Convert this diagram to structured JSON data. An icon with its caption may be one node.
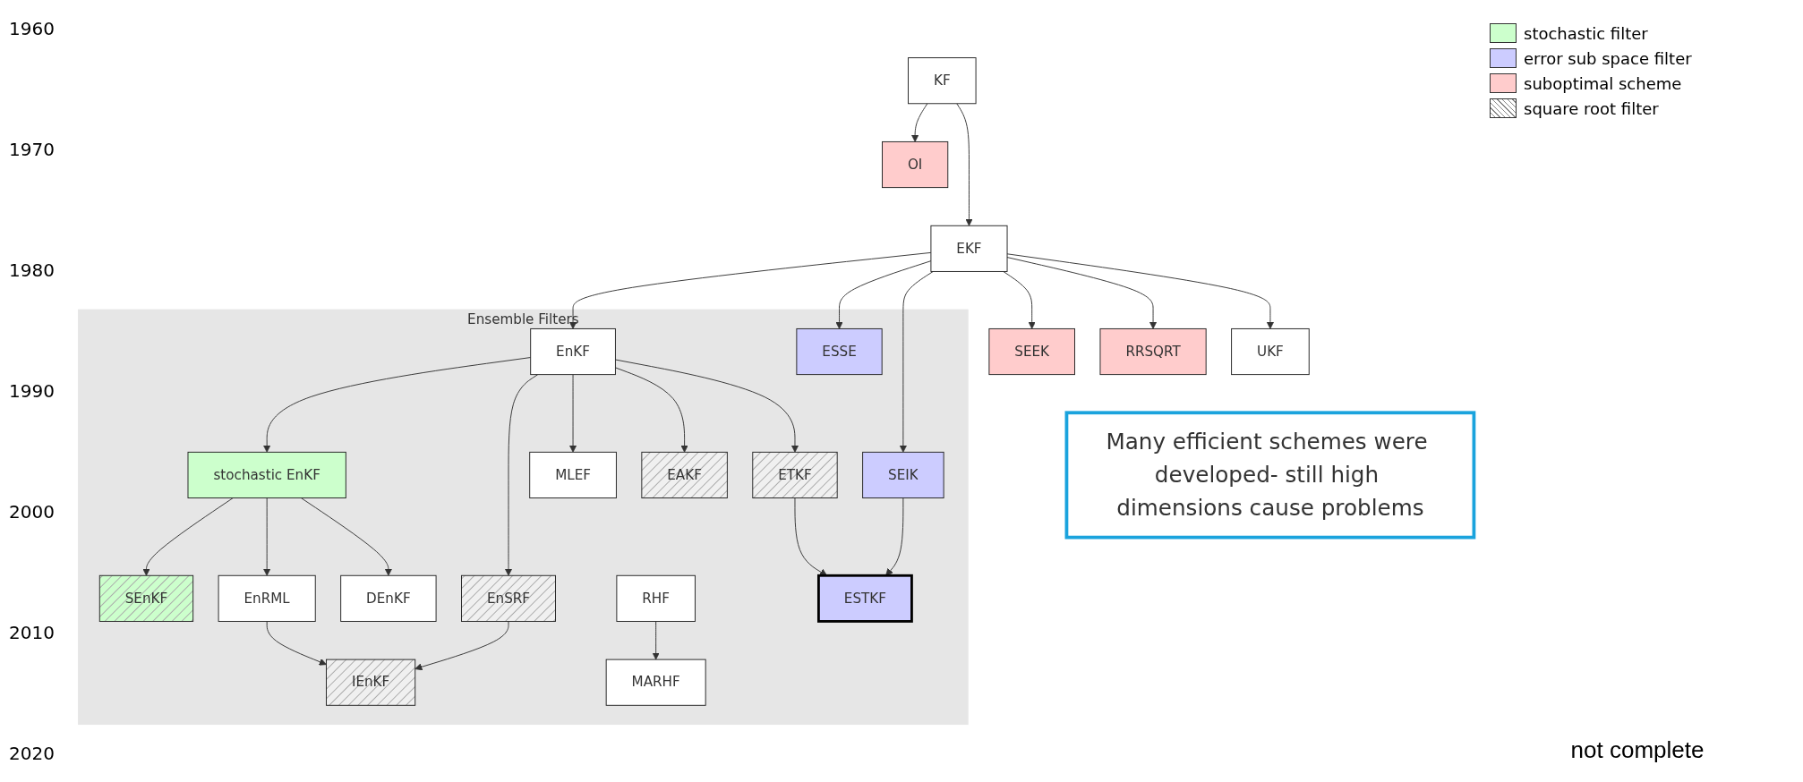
{
  "diagram": {
    "nodes": [
      {
        "text": [
          "KF"
        ]
      },
      {
        "text": [
          "OI"
        ]
      },
      {
        "text": [
          "EKF"
        ]
      },
      {
        "text": [
          "Ensemble Filters"
        ]
      },
      {
        "text": [
          "EnKF"
        ],
        "in": 3
      },
      {
        "text": [
          "stochastic EnKF"
        ],
        "in": 3
      },
      {
        "text": [
          "SEIK"
        ],
        "in": 3
      },
      {
        "text": [
          "ESSE"
        ],
        "in": 3
      },
      {
        "text": [
          "SEEK"
        ]
      },
      {
        "text": [
          "RRSQRT"
        ]
      },
      {
        "text": [
          "UKF"
        ]
      },
      {
        "text": [
          "MLEF"
        ],
        "in": 3
      },
      {
        "text": [
          "SEnKF"
        ],
        "in": 3
      },
      {
        "text": [
          "EnSRF"
        ],
        "in": 3
      },
      {
        "text": [
          "EAKF"
        ],
        "in": 3
      },
      {
        "text": [
          "ETKF"
        ],
        "in": 3
      },
      {
        "text": [
          "DEnKF"
        ],
        "in": 3
      },
      {
        "text": [
          "EnRML"
        ],
        "in": 3
      },
      {
        "text": [
          "RHF"
        ],
        "in": 3
      },
      {
        "text": [
          "IEnKF"
        ],
        "in": 3
      },
      {
        "text": [
          "ESTKF"
        ],
        "in": 3
      },
      {
        "text": [
          "MARHF"
        ],
        "in": 3
      },
      {
        "text": [
          "Many efficient schemes were developed- still high dimensions cause problems"
        ]
      }
    ],
    "edges": [
      {
        "from": 0,
        "to": 1,
        "arrow": "to"
      },
      {
        "from": 0,
        "to": 2,
        "arrow": "to"
      },
      {
        "from": 2,
        "to": 4,
        "arrow": "to"
      },
      {
        "from": 2,
        "to": 6,
        "arrow": "to"
      },
      {
        "from": 2,
        "to": 7,
        "arrow": "to"
      },
      {
        "from": 2,
        "to": 8,
        "arrow": "to"
      },
      {
        "from": 2,
        "to": 9,
        "arrow": "to"
      },
      {
        "from": 2,
        "to": 10,
        "arrow": "to"
      },
      {
        "from": 4,
        "to": 11,
        "arrow": "to"
      },
      {
        "from": 4,
        "to": 5,
        "arrow": "to"
      },
      {
        "from": 4,
        "to": 13,
        "arrow": "to"
      },
      {
        "from": 4,
        "to": 14,
        "arrow": "to"
      },
      {
        "from": 4,
        "to": 15,
        "arrow": "to"
      },
      {
        "from": 5,
        "to": 16,
        "arrow": "to"
      },
      {
        "from": 5,
        "to": 17,
        "arrow": "to"
      },
      {
        "from": 5,
        "to": 12,
        "arrow": "to"
      },
      {
        "from": 17,
        "to": 19,
        "arrow": "to"
      },
      {
        "from": 13,
        "to": 19,
        "arrow": "to"
      },
      {
        "from": 15,
        "to": 20,
        "arrow": "to"
      },
      {
        "from": 6,
        "to": 20,
        "arrow": "to"
      },
      {
        "from": 18,
        "to": 21,
        "arrow": "to"
      }
    ],
    "labels": [
      "1960",
      "1970",
      "1980",
      "1990",
      "2000",
      "2010",
      "2020",
      "not complete"
    ],
    "legend": [
      {
        "text": "stochastic filter",
        "color": "#ccffcc"
      },
      {
        "text": "error sub space filter",
        "color": "#ccccff"
      },
      {
        "text": "suboptimal scheme",
        "color": "#ffcccc"
      },
      {
        "text": "square root filter"
      }
    ]
  }
}
